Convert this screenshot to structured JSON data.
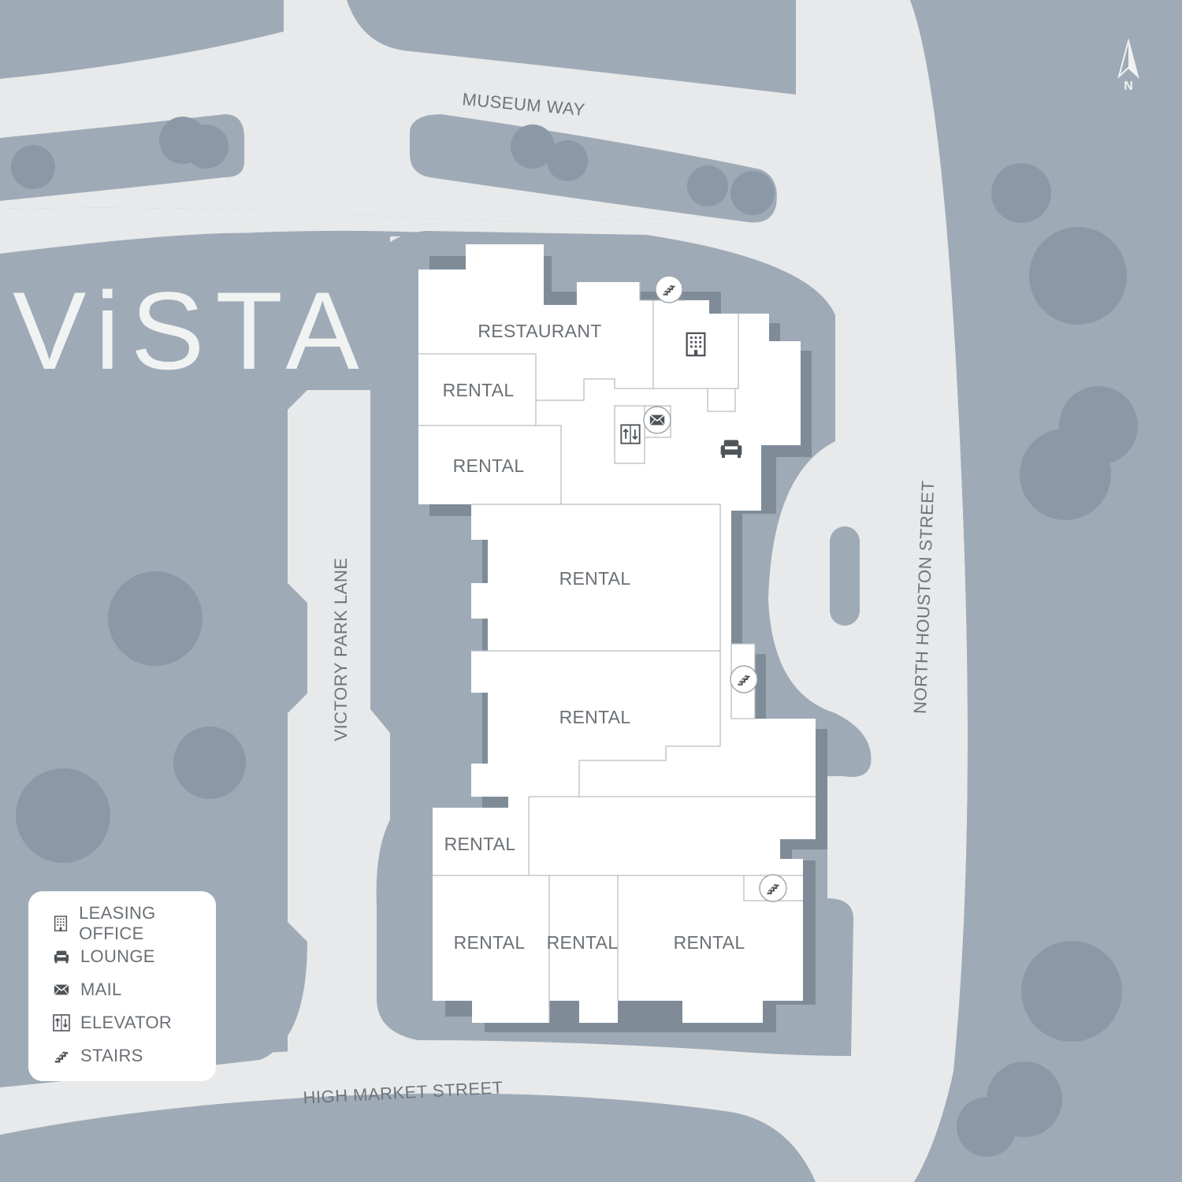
{
  "brand": {
    "logo_text": "ViSTA"
  },
  "compass": {
    "label": "N"
  },
  "streets": {
    "north": "MUSEUM WAY",
    "west": "VICTORY PARK LANE",
    "east": "NORTH HOUSTON STREET",
    "south": "HIGH MARKET STREET"
  },
  "rooms": {
    "restaurant": "RESTAURANT",
    "rental_1": "RENTAL",
    "rental_2": "RENTAL",
    "rental_3": "RENTAL",
    "rental_4": "RENTAL",
    "rental_5": "RENTAL",
    "rental_6": "RENTAL",
    "rental_7": "RENTAL",
    "rental_8": "RENTAL"
  },
  "legend": {
    "items": [
      {
        "icon": "leasing-office-icon",
        "label": "LEASING OFFICE"
      },
      {
        "icon": "lounge-icon",
        "label": "LOUNGE"
      },
      {
        "icon": "mail-icon",
        "label": "MAIL"
      },
      {
        "icon": "elevator-icon",
        "label": "ELEVATOR"
      },
      {
        "icon": "stairs-icon",
        "label": "STAIRS"
      }
    ]
  },
  "colors": {
    "ground": "#9eabb7",
    "road": "#e8e9ea",
    "building": "#ffffff",
    "building_shadow": "#7f8c98",
    "tree": "#8b98a6",
    "text": "#6b7075",
    "icon": "#4f5459"
  }
}
